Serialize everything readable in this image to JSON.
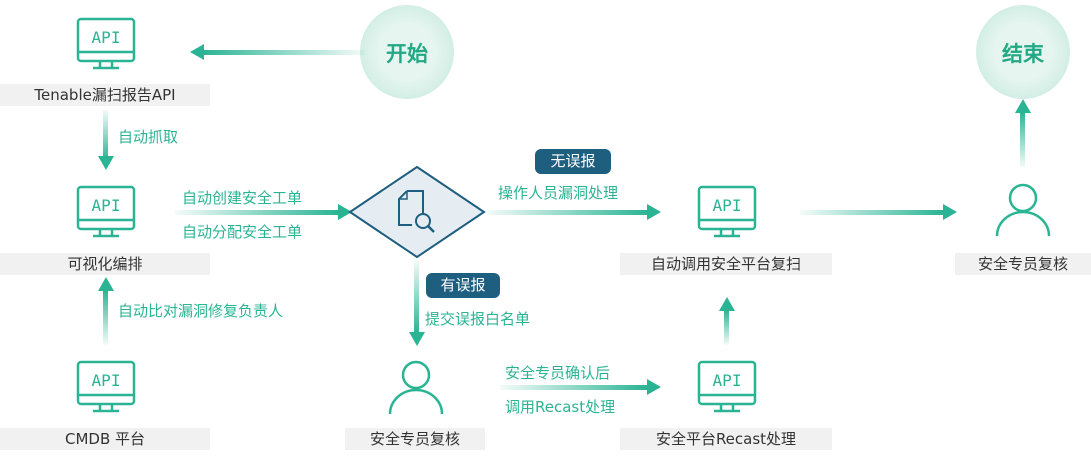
{
  "start": "开始",
  "end": "结束",
  "nodes": {
    "tenable": "Tenable漏扫报告API",
    "orchestration": "可视化编排",
    "cmdb": "CMDB 平台",
    "auto_rescan": "自动调用安全平台复扫",
    "recast": "安全平台Recast处理",
    "reviewer_bottom": "安全专员复核",
    "reviewer_right": "安全专员复核"
  },
  "api_icon_text": "API",
  "edges": {
    "fetch": "自动抓取",
    "create_ticket": "自动创建安全工单",
    "assign_ticket": "自动分配安全工单",
    "match_owner": "自动比对漏洞修复负责人",
    "no_false_badge": "无误报",
    "no_false_text": "操作人员漏洞处理",
    "false_badge": "有误报",
    "false_text": "提交误报白名单",
    "confirm": "安全专员确认后",
    "call_recast": "调用Recast处理"
  },
  "colors": {
    "teal": "#2bb494",
    "navy": "#1e5f80",
    "label_bg": "#f1f1f1"
  }
}
